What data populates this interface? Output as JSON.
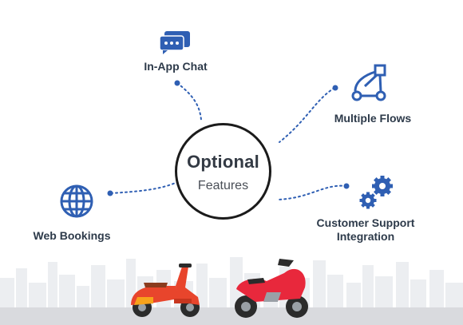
{
  "center": {
    "title": "Optional",
    "subtitle": "Features"
  },
  "features": [
    {
      "label": "In-App Chat",
      "icon": "chat-icon"
    },
    {
      "label": "Multiple Flows",
      "icon": "flow-icon"
    },
    {
      "label": "Web Bookings",
      "icon": "globe-icon"
    },
    {
      "label": "Customer Support",
      "label2": "Integration",
      "icon": "gears-icon"
    }
  ],
  "colors": {
    "accent": "#2f5fb3",
    "text": "#2d3a4a",
    "scooter": "#e8452c",
    "bike": "#e8283c"
  }
}
